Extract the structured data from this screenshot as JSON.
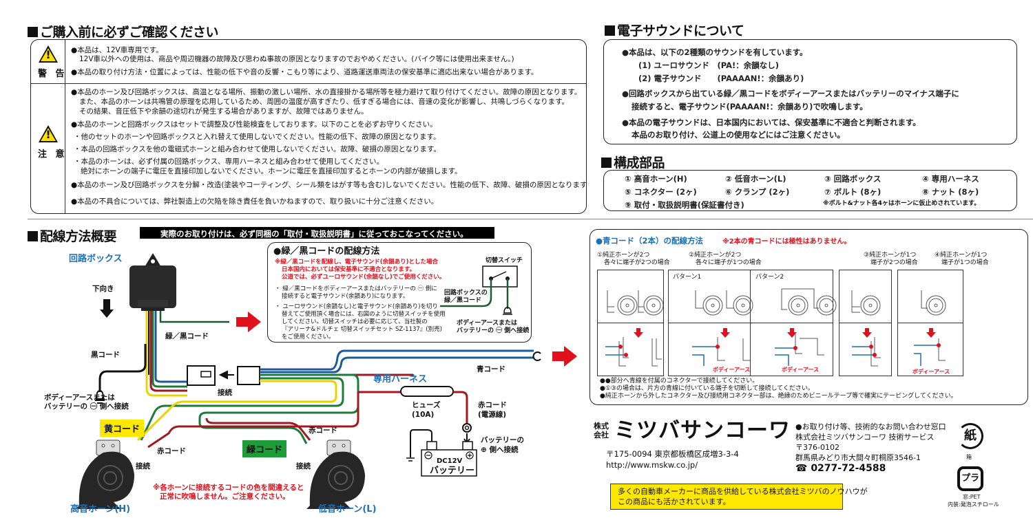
{
  "warnings_section": {
    "title": "ご購入前に必ずご確認ください",
    "warning": {
      "label": "警 告",
      "lines": [
        "●本品は、12V車専用です。",
        "12V車以外への使用は、商品や周辺機器の故障及び思わぬ事故の原因となりますのでおやめください。(バイク等には使用出来ません。)",
        "●本品の取り付け方法・位置によっては、性能の低下や音の反響・こもり等により、道路運送車両法の保安基準に適応出来ない場合があります。"
      ]
    },
    "caution": {
      "label": "注 意",
      "lines": [
        "●本品のホーン及び回路ボックスは、高温となる場所、振動の激しい場所、水の直接掛かる場所等を極力避けて取り付けてください。故障の原因となります。",
        "また、本品のホーンは共鳴管の原理を応用しているため、周囲の温度が高すぎたり、低すぎる場合には、音速の変化が影響し、共鳴しづらくなります。",
        "その結果、音圧低下や余韻の途切れが発生する場合がありますが、故障ではありません。",
        "●本品のホーンと回路ボックスはセットで調整及び性能検査をしております。以下のことを必ずお守りください。",
        "・他のセットのホーンや回路ボックスと入れ替えて使用しないでください。性能の低下、故障の原因となります。",
        "・本品の回路ボックスを他の電磁式ホーンと組み合わせて使用しないでください。故障、破損の原因となります。",
        "・本品のホーンは、必ず付属の回路ボックス、専用ハーネスと組み合わせて使用してください。",
        "絶対にホーンの端子に電圧を直接印加しないでください。ホーンに電圧を直接印加するとホーンの内部が破損します。",
        "●本品のホーン及び回路ボックスを分解・改造(塗装やコーティング、シール類をはがす等も含む)しないでください。性能の低下、故障、破損の原因となります。",
        "●本品の不具合については、弊社製造上の欠陥を除き責任を負いかねますので、取り扱いに十分ご注意ください。"
      ]
    }
  },
  "sound_section": {
    "title": "電子サウンドについて",
    "lines": [
      "●本品は、以下の2種類のサウンドを有しています。",
      "(1) ユーロサウンド　(PA!：余韻なし)",
      "(2) 電子サウンド　　(PAAAAN!：余韻あり)",
      "●回路ボックスから出ている緑／黒コードをボディーアースまたはバッテリーのマイナス端子に",
      "接続すると、電子サウンド(PAAAAN!：余韻あり)で吹鳴します。",
      "●本品の電子サウンドは、日本国内においては、保安基準に不適合と判断されます。",
      "本品のお取り付け、公道上の使用などにはご注意ください。"
    ]
  },
  "parts_section": {
    "title": "構成部品",
    "items": [
      "① 高音ホーン(H)",
      "② 低音ホーン(L)",
      "③ 回路ボックス",
      "④ 専用ハーネス",
      "⑤ コネクター (2ヶ)",
      "⑥ クランプ (2ヶ)",
      "⑦ ボルト (8ヶ)",
      "⑧ ナット (8ヶ)",
      "⑨ 取付・取扱説明書(保証書付き)"
    ],
    "note": "※ボルト&ナット各4ヶはホーンに仮止めされています。"
  },
  "wiring_section": {
    "title": "配線方法概要",
    "banner": "実際のお取り付けは、必ず同梱の「取付・取扱説明書」に従っておこなってください。",
    "labels": {
      "circuit_box": "回路ボックス",
      "downward": "下向き",
      "green_black": "緑／黒コード",
      "black_cord": "黒コード",
      "body_earth_1": "ボディーアースまたは",
      "body_earth_2": "バッテリーの ㊀ 側へ接続",
      "connect": "接続",
      "blue_cord": "青コード",
      "harness": "専用ハーネス",
      "fuse_1": "ヒューズ",
      "fuse_2": "(10A)",
      "red_power_1": "赤コード",
      "red_power_2": "(電源線)",
      "battery_plus_1": "バッテリーの",
      "battery_plus_2": "⊕ 側へ接続",
      "battery_name": "バッテリー",
      "battery_volt": "DC12V",
      "yellow_cord": "黄コード",
      "green_cord": "緑コード",
      "red_cord": "赤コード",
      "high_horn": "高音ホーン(H)",
      "low_horn": "低音ホーン(L)",
      "color_note_1": "※各ホーンに接続するコードの色を間違えると",
      "color_note_2": "正常に吹鳴しません。ご注意ください。"
    },
    "green_black_box": {
      "title": "●緑／黒コードの配線方法",
      "red_note": [
        "※緑／黒コードを配線し、電子サウンド(余韻あり)とした場合",
        "日本国内においては保安基準に不適合となります。",
        "公道では、必ずユーロサウンド(余韻なし)でご使用ください。"
      ],
      "lines": [
        "・ 緑／黒コードをボディーアースまたはバッテリーの ㊀ 側に",
        "接続すると電子サウンド(余韻あり)になります。",
        "・ ユーロサウンド(余韻なし)と電子サウンド(余韻あり)を切り",
        "替えてご使用頂く場合には、右図のように切替スイッチを使用",
        "してください。切替スイッチは必要に応じて、当社製の",
        "『アリーナ&ドルチェ 切替スイッチセット SZ-1137』(別売)",
        "をご使用ください。"
      ],
      "switch_label": "切替スイッチ",
      "from_label_1": "回路ボックスの",
      "from_label_2": "緑／黒コード",
      "earth_1": "ボディーアースまたは",
      "earth_2": "バッテリーの ㊀ 側へ接続"
    }
  },
  "blue_cord_section": {
    "title": "●青コード（2本）の配線方法",
    "note": "※2本の青コードには極性はありません。",
    "cases": [
      {
        "l1": "①純正ホーンが2つ",
        "l2": "各々に端子が2つの場合"
      },
      {
        "l1": "②純正ホーンが2つ",
        "l2": "各々に端子が1つの場合"
      },
      {
        "l1": "③純正ホーンが1つ",
        "l2": "端子が2つの場合"
      },
      {
        "l1": "④純正ホーンが1つ",
        "l2": "端子が1つの場合"
      }
    ],
    "pattern1": "パターン1",
    "pattern2": "パターン2",
    "body_earth": "ボディーアース",
    "footnotes": [
      "●●部分へ青線を付属のコネクターで接続してください。",
      "●①③の場合は、片方の青線に付いている端子を切断して接続してください。",
      "●純正ホーンから外したコネクター及び接続用コネクター部は、絶縁のためビニールテープ等で確実にテーピングしてください。"
    ]
  },
  "company": {
    "prefix_1": "株式",
    "prefix_2": "会社",
    "name": "ミツバサンコーワ",
    "address": "〒175-0094  東京都板橋区成増3-3-4",
    "url": "http://www.mskw.co.jp/",
    "support_title": "●お取り付け等、技術的なお問い合わせ窓口",
    "support_name": "株式会社ミツバサンコーワ 技術サービス",
    "support_zip": "〒376-0102",
    "support_address": "群馬県みどり市大間々町桐原3546-1",
    "support_phone": "☎ 0277-72-4588",
    "tagline_1": "多くの自動車メーカーに商品を供給している株式会社ミツバのノウハウが",
    "tagline_2": "この商品にも活かされています。"
  },
  "recycle": {
    "paper_mark": "紙",
    "paper_label": "箱",
    "plastic_mark": "プラ",
    "plastic_label_1": "窓:PET",
    "plastic_label_2": "内装:発泡スチロール"
  },
  "colors": {
    "warning_red": "#e0101c",
    "label_blue": "#1a6fb5",
    "yellow_highlight": "#ffe800",
    "green_highlight": "#1e9c3a",
    "wire_blue": "#1a5a9a",
    "wire_red": "#a01820",
    "wire_green": "#1e7a3a",
    "wire_yellow": "#e8d400"
  }
}
